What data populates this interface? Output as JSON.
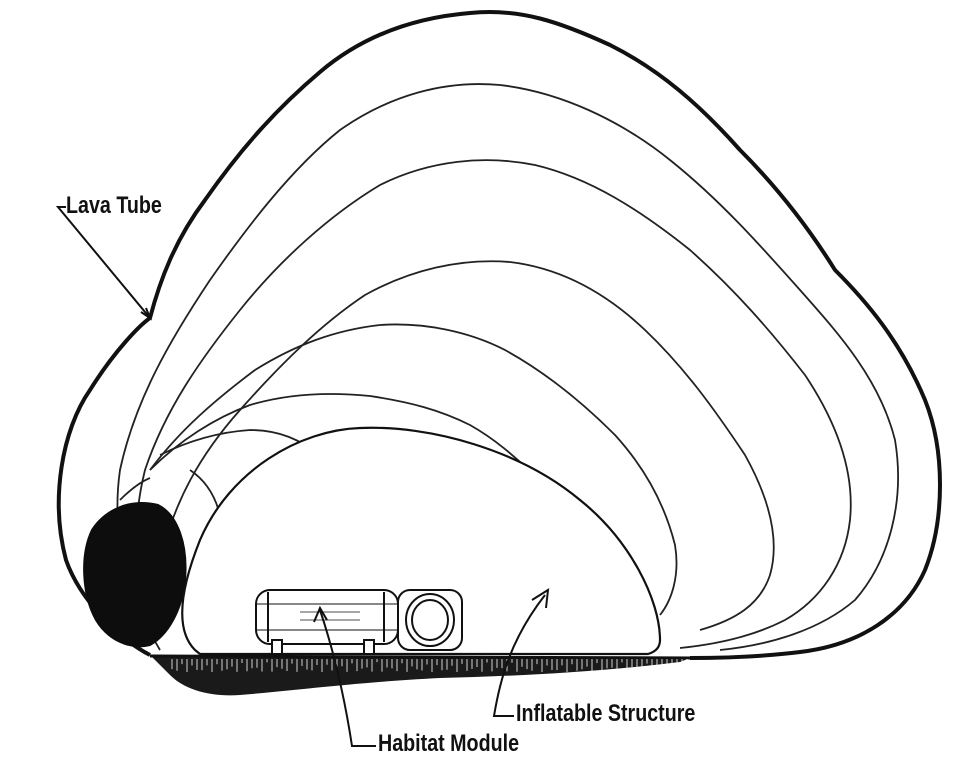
{
  "diagram": {
    "labels": {
      "lava_tube": "Lava Tube",
      "inflatable_structure": "Inflatable Structure",
      "habitat_module": "Habitat Module"
    },
    "colors": {
      "ink": "#111111",
      "background": "#ffffff"
    }
  }
}
